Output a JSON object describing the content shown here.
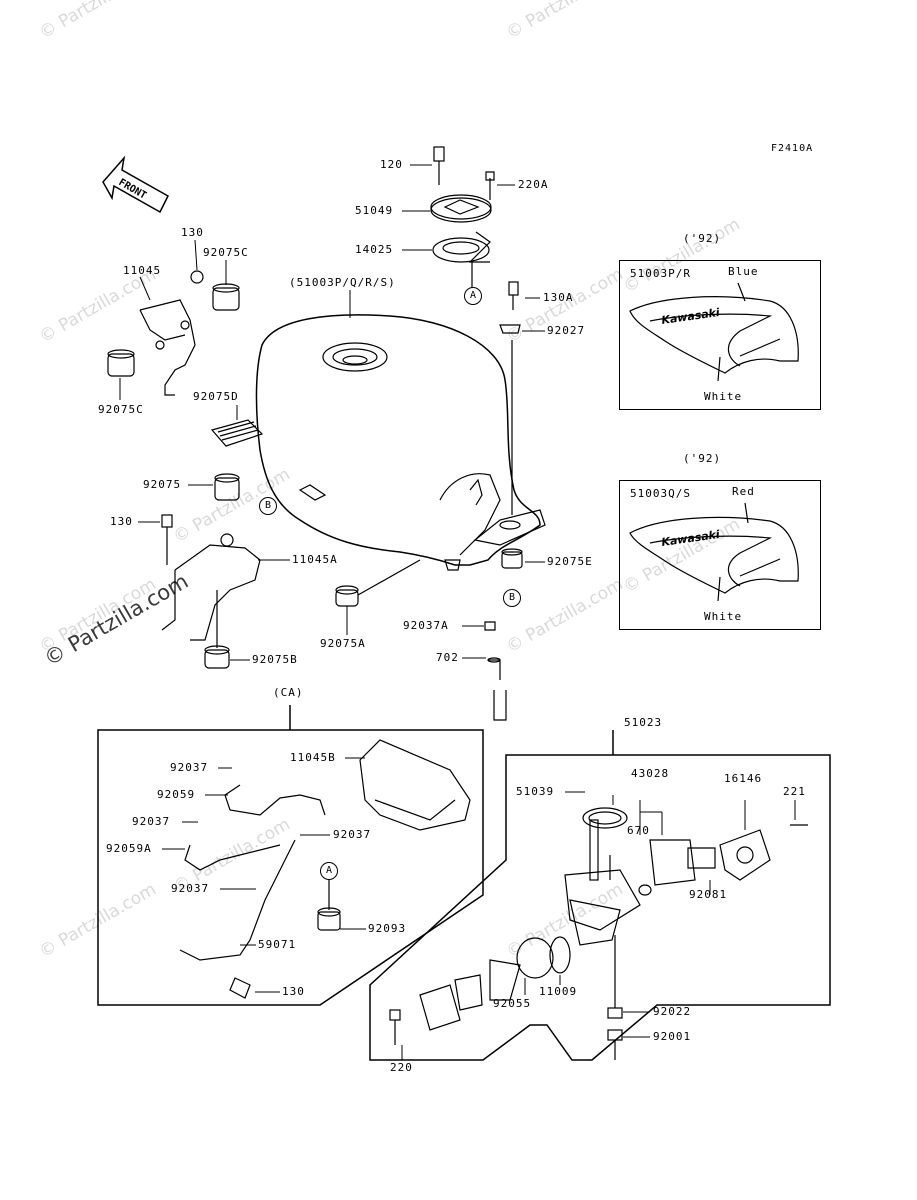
{
  "figure_code": "F2410A",
  "watermarks": [
    "© Partzilla.com",
    "© Partzilla.com",
    "© Partzilla.com",
    "© Partzilla.com",
    "© Partzilla.com",
    "© Partzilla.com",
    "© Partzilla.com",
    "© Partzilla.com",
    "© Partzilla.com",
    "© Partzilla.com",
    "© Partzilla.com",
    "© Partzilla.com"
  ],
  "main_watermark": "© Partzilla.com",
  "front_arrow_label": "FRONT",
  "callouts": {
    "a1": "A",
    "a2": "A",
    "b1": "B",
    "b2": "B"
  },
  "labels": {
    "p120": "120",
    "p220A": "220A",
    "p51049": "51049",
    "p14025": "14025",
    "p130A": "130A",
    "p92027": "92027",
    "p51003": "(51003P/Q/R/S)",
    "p130a": "130",
    "p92075C_a": "92075C",
    "p11045": "11045",
    "p92075C_b": "92075C",
    "p92075D": "92075D",
    "p92075": "92075",
    "p130b": "130",
    "p11045A": "11045A",
    "p92075B": "92075B",
    "p92075A": "92075A",
    "p92037A": "92037A",
    "p702": "702",
    "p92075E": "92075E",
    "pCA": "(CA)",
    "p11045B": "11045B",
    "p92037_a": "92037",
    "p92059": "92059",
    "p92037_b": "92037",
    "p92037_c": "92037",
    "p92059A": "92059A",
    "p92037_d": "92037",
    "p92093": "92093",
    "p59071": "59071",
    "p130c": "130",
    "p51023": "51023",
    "p51039": "51039",
    "p43028": "43028",
    "p16146": "16146",
    "p221": "221",
    "p670": "670",
    "p92081": "92081",
    "p11009": "11009",
    "p92055": "92055",
    "p92022": "92022",
    "p92001": "92001",
    "p220": "220"
  },
  "inset_top": {
    "year": "('92)",
    "part": "51003P/R",
    "color1": "Blue",
    "color2": "White",
    "brand": "Kawasaki"
  },
  "inset_bottom": {
    "year": "('92)",
    "part": "51003Q/S",
    "color1": "Red",
    "color2": "White",
    "brand": "Kawasaki"
  }
}
